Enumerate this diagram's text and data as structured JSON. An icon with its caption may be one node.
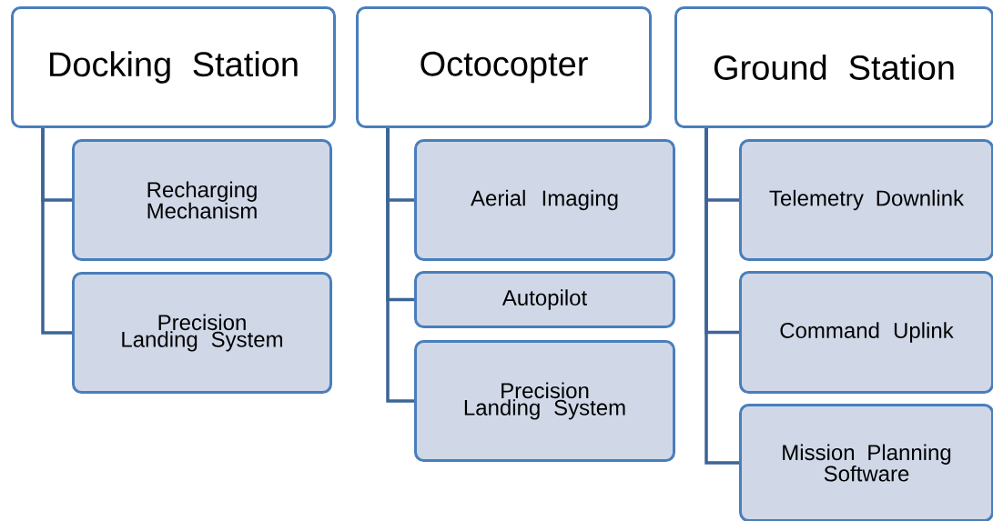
{
  "diagram": {
    "nodes": [
      {
        "text": [
          "Docking Station"
        ]
      },
      {
        "text": [
          "Recharging Mechanism"
        ]
      },
      {
        "text": [
          "Precision Landing System"
        ]
      },
      {
        "text": [
          "Octocopter"
        ]
      },
      {
        "text": [
          "Aerial Imaging"
        ]
      },
      {
        "text": [
          "Autopilot"
        ]
      },
      {
        "text": [
          "Precision Landing System"
        ]
      },
      {
        "text": [
          "Ground Station"
        ]
      },
      {
        "text": [
          "Telemetry Downlink"
        ]
      },
      {
        "text": [
          "Command Uplink"
        ]
      },
      {
        "text": [
          "Mission Planning Software"
        ]
      }
    ],
    "edges": [
      {
        "from": 0,
        "to": 1,
        "arrow": "none"
      },
      {
        "from": 0,
        "to": 2,
        "arrow": "none"
      },
      {
        "from": 3,
        "to": 4,
        "arrow": "none"
      },
      {
        "from": 3,
        "to": 5,
        "arrow": "none"
      },
      {
        "from": 3,
        "to": 6,
        "arrow": "none"
      },
      {
        "from": 7,
        "to": 8,
        "arrow": "none"
      },
      {
        "from": 7,
        "to": 9,
        "arrow": "none"
      },
      {
        "from": 7,
        "to": 10,
        "arrow": "none"
      }
    ]
  }
}
